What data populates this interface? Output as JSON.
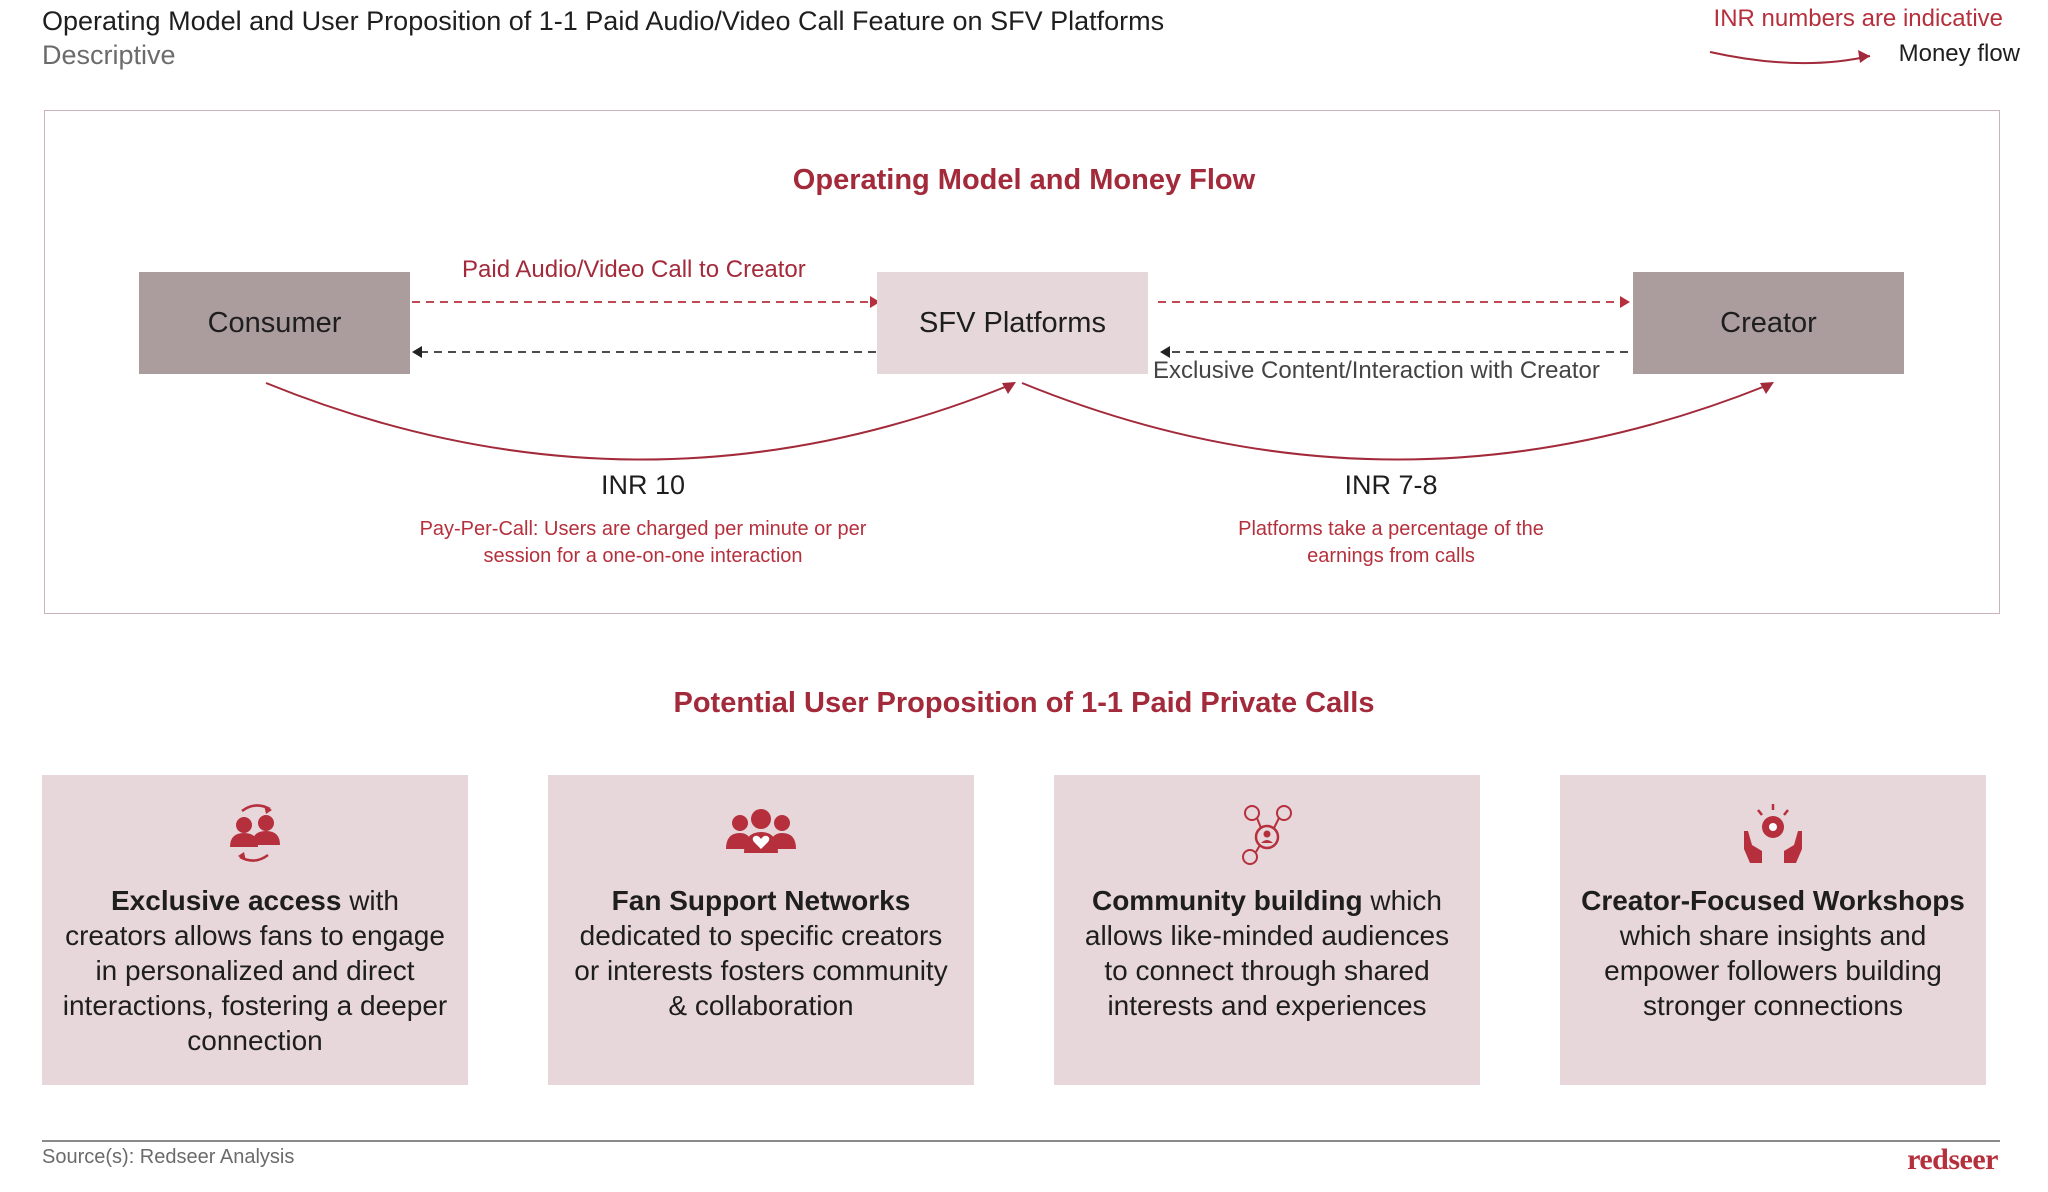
{
  "header": {
    "title": "Operating Model and User Proposition of 1-1 Paid Audio/Video Call Feature on SFV Platforms",
    "subtitle": "Descriptive",
    "inr_note": "INR numbers are indicative",
    "legend_label": "Money flow"
  },
  "colors": {
    "accent": "#a32a3a",
    "node_dark": "#ab9c9e",
    "node_light": "#e6d8da",
    "card_bg": "#e7d7da"
  },
  "model": {
    "heading": "Operating Model and Money Flow",
    "nodes": {
      "consumer": "Consumer",
      "platform": "SFV Platforms",
      "creator": "Creator"
    },
    "flows": {
      "paid_call_label": "Paid Audio/Video Call to Creator",
      "exclusive_label": "Exclusive Content/Interaction with Creator"
    },
    "money": {
      "left_amount": "INR 10",
      "left_desc": "Pay-Per-Call: Users are charged per minute or per session for a one-on-one interaction",
      "right_amount": "INR 7-8",
      "right_desc": "Platforms take a percentage of the earnings from calls"
    }
  },
  "proposition": {
    "heading": "Potential User Proposition of 1-1 Paid Private Calls",
    "cards": [
      {
        "icon": "people-exchange-icon",
        "bold": "Exclusive access",
        "text": " with creators allows fans to engage in personalized and direct interactions, fostering a deeper connection"
      },
      {
        "icon": "group-heart-icon",
        "bold": "Fan Support Networks",
        "text": " dedicated to specific creators or interests fosters community & collaboration"
      },
      {
        "icon": "social-network-icon",
        "bold": "Community building",
        "text": " which allows like-minded audiences to connect through shared interests and experiences"
      },
      {
        "icon": "hands-lightbulb-icon",
        "bold": "Creator-Focused Workshops",
        "text": " which share insights and empower followers building stronger connections"
      }
    ]
  },
  "footer": {
    "source": "Source(s): Redseer Analysis",
    "brand": "redseer"
  }
}
